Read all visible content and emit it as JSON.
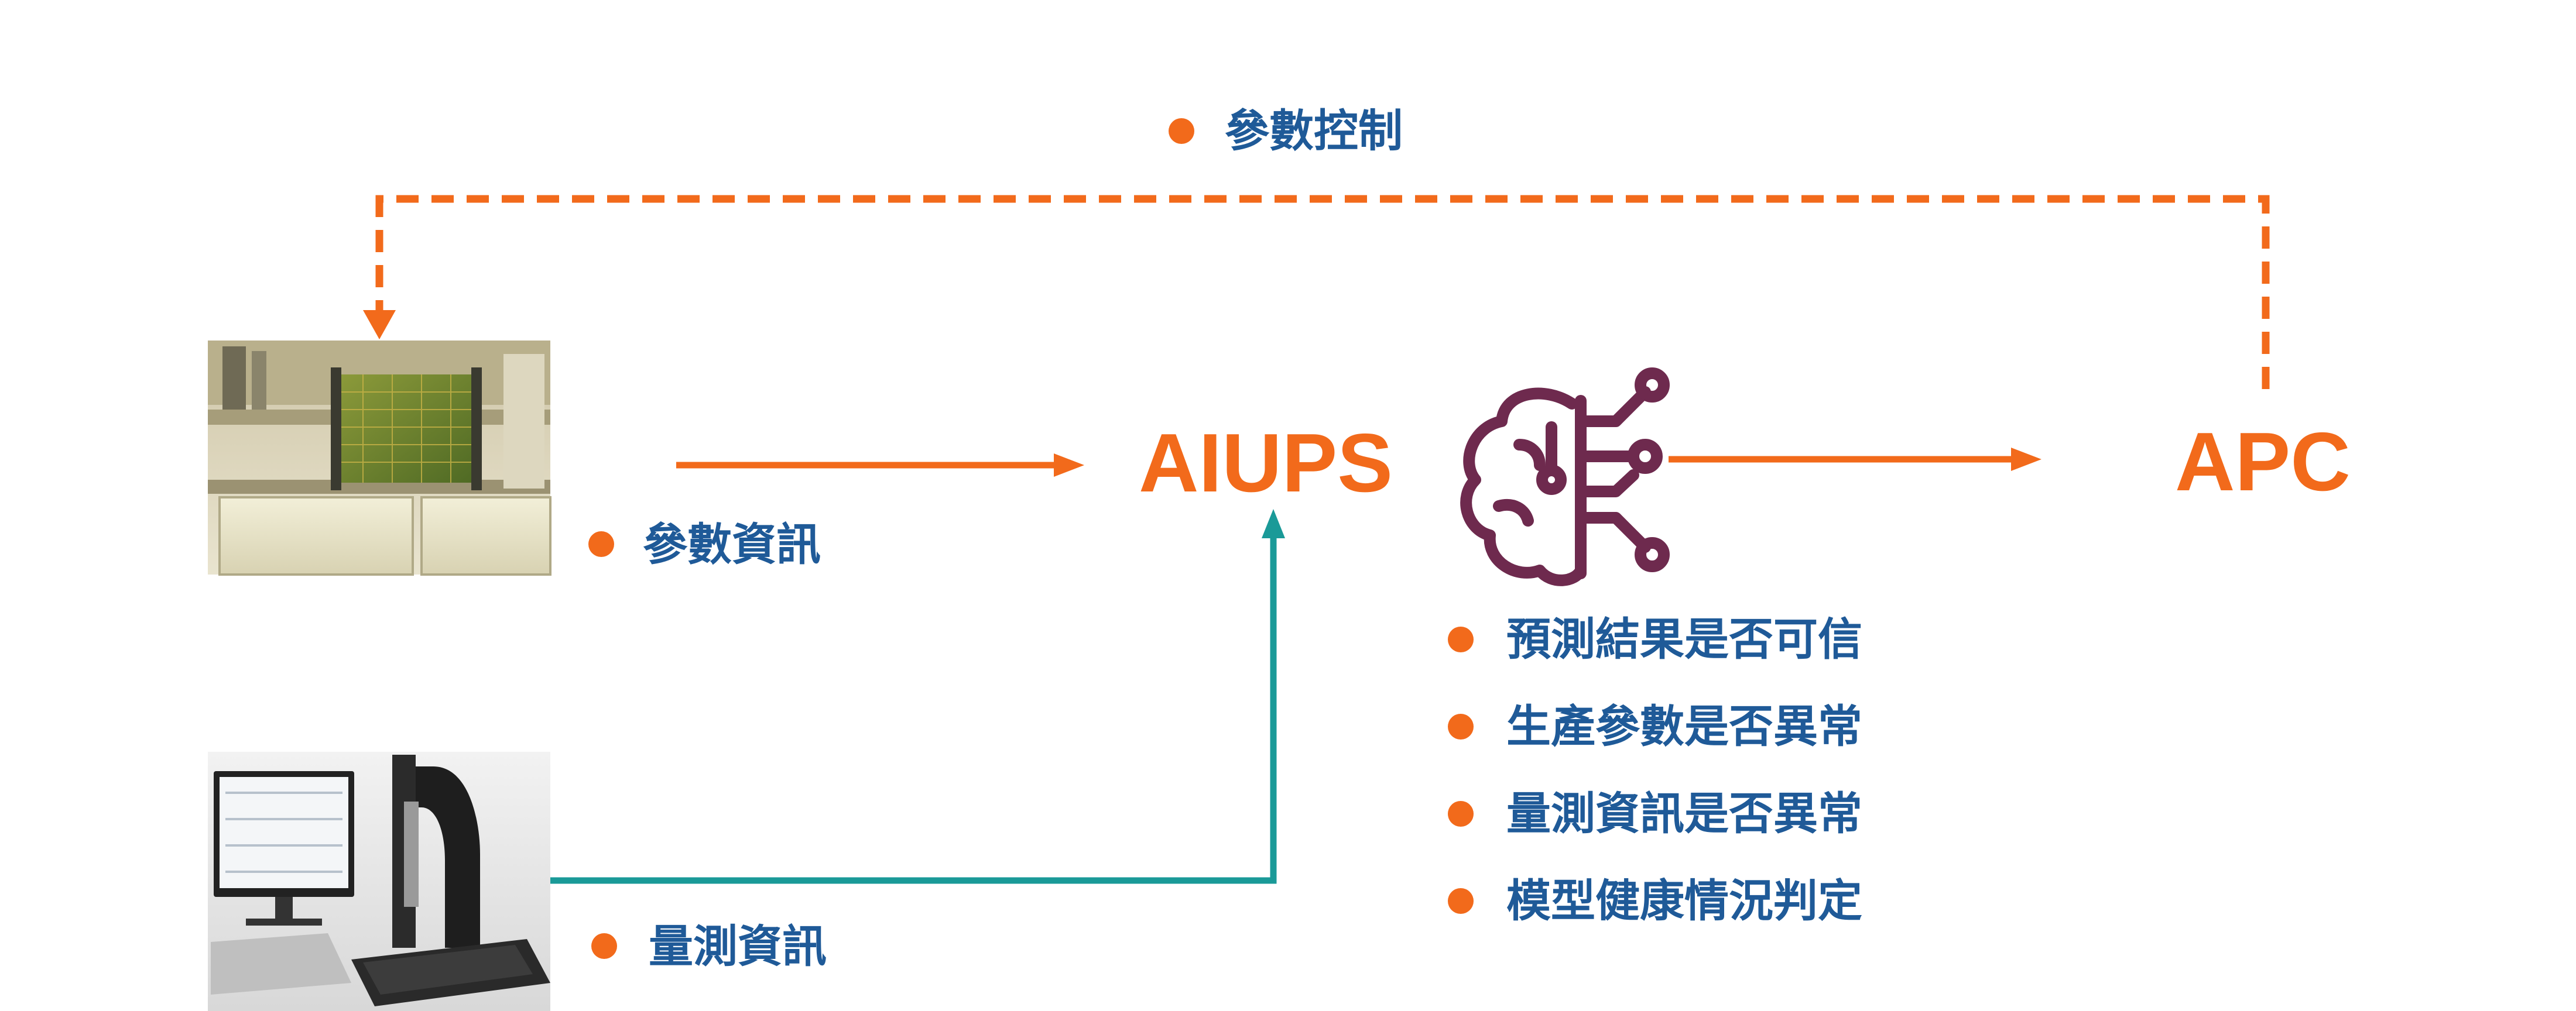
{
  "colors": {
    "orange": "#F26A1B",
    "blue": "#1F5A98",
    "teal": "#1A9A98",
    "purple": "#6E2A4E"
  },
  "nodes": {
    "aiups": "AIUPS",
    "apc": "APC"
  },
  "labels": {
    "param_control": "參數控制",
    "param_info": "參數資訊",
    "measure_info": "量測資訊"
  },
  "aiups_functions": [
    "預測結果是否可信",
    "生產參數是否異常",
    "量測資訊是否異常",
    "模型健康情況判定"
  ],
  "images": {
    "production_machine": "production-line-photo",
    "measurement_device": "measurement-instrument-photo"
  },
  "icons": {
    "ai_brain": "brain-circuit-icon"
  }
}
